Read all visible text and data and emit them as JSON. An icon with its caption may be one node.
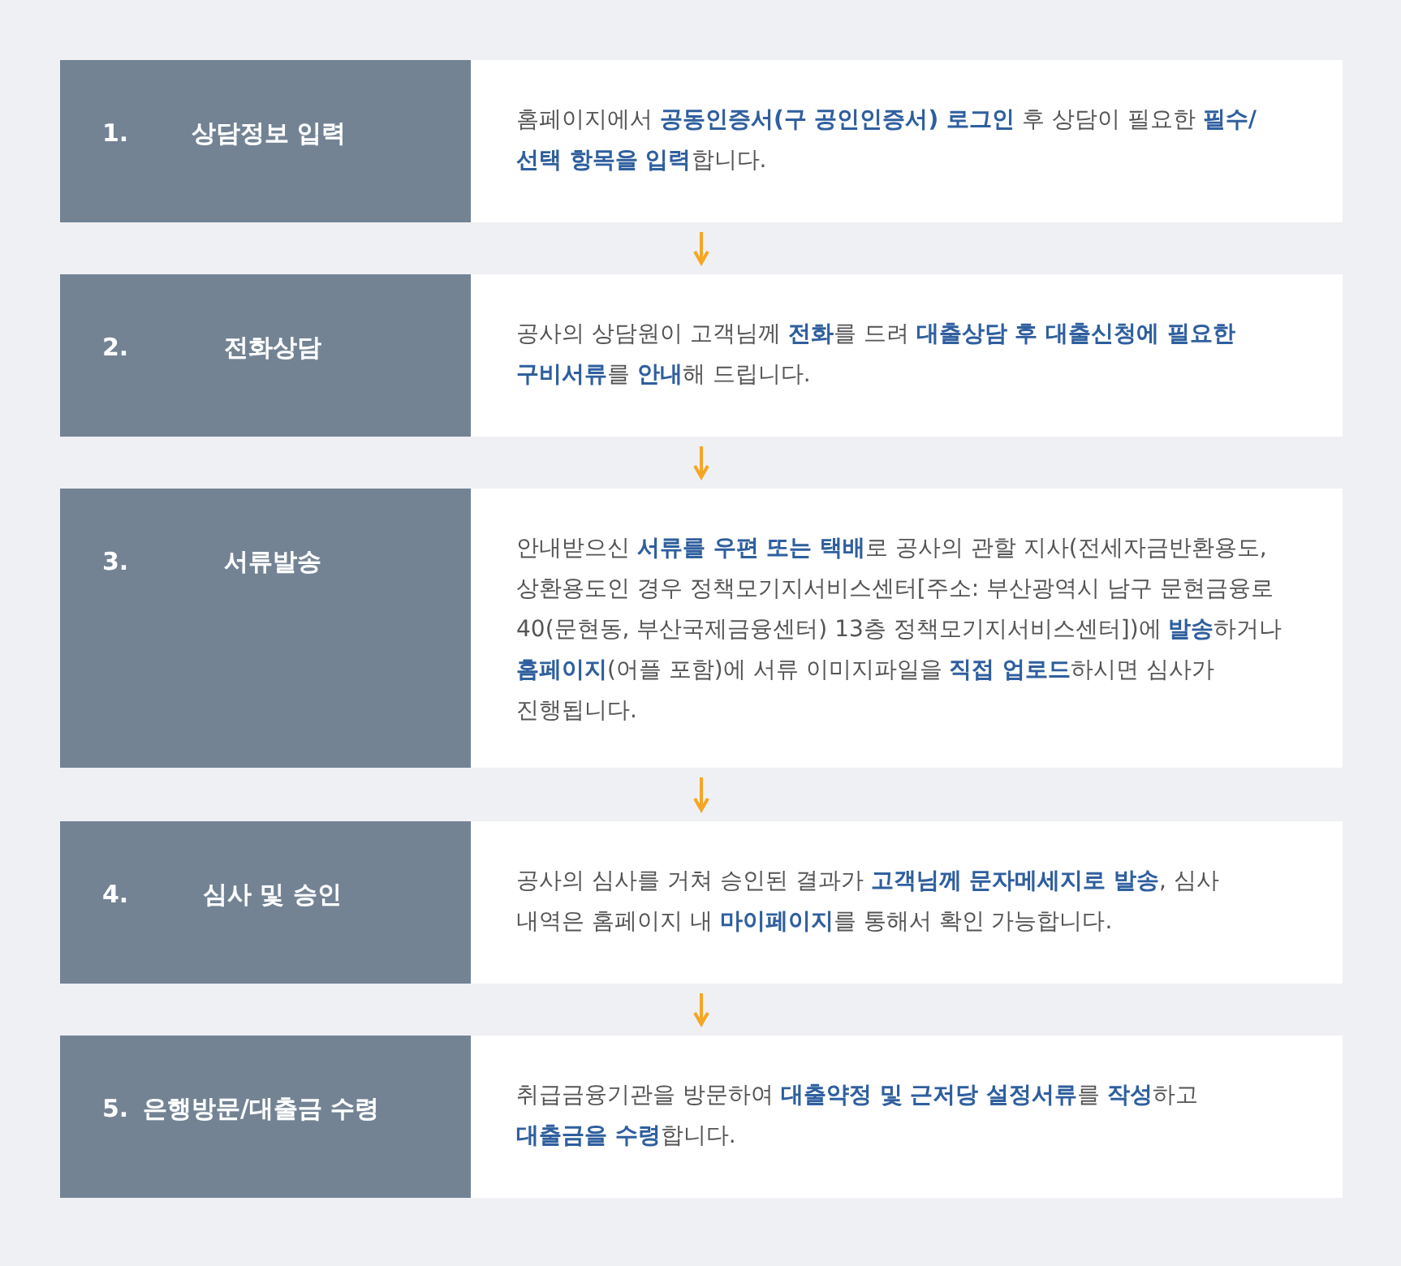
{
  "diagram": {
    "nodes": [
      {
        "text": [
          "1.",
          "상담정보 입력",
          "홈페이지에서 **공동인증서(구 공인인증서) 로그인** 후 상담이 필요한 **필수/선택 항목을 입력**합니다."
        ]
      },
      {
        "text": [
          "2.",
          "전화상담",
          "공사의 상담원이 고객님께 **전화**를 드려 **대출상담 후 대출신청에 필요한 구비서류**를 **안내**해 드립니다."
        ]
      },
      {
        "text": [
          "3.",
          "서류발송",
          "안내받으신 **서류를 우편 또는 택배**로 공사의 관할 지사(전세자금반환용도, 상환용도인 경우 정책모기지서비스센터[주소: 부산광역시 남구 문현금융로 40(문현동, 부산국제금융센터) 13층 정책모기지서비스센터])에 **발송**하거나 **홈페이지**(어플 포함)에 서류 이미지파일을 **직접 업로드**하시면 심사가 진행됩니다."
        ]
      },
      {
        "text": [
          "4.",
          "심사 및 승인",
          "공사의 심사를 거쳐 승인된 결과가 **고객님께 문자메세지로 발송**, 심사 내역은 홈페이지 내 **마이페이지**를 통해서 확인 가능합니다."
        ]
      },
      {
        "text": [
          "5.",
          "은행방문/대출금 수령",
          "취급금융기관을 방문하여 **대출약정 및 근저당 설정서류**를 **작성**하고 **대출금을 수령**합니다."
        ]
      }
    ],
    "edges": [
      {
        "from": 0,
        "to": 1,
        "arrow": "to"
      },
      {
        "from": 1,
        "to": 2,
        "arrow": "to"
      },
      {
        "from": 2,
        "to": 3,
        "arrow": "to"
      },
      {
        "from": 3,
        "to": 4,
        "arrow": "to"
      }
    ]
  }
}
